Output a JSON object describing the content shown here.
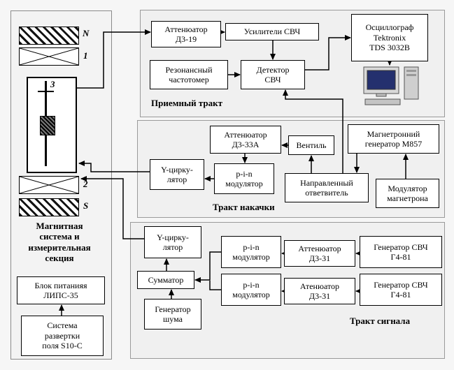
{
  "magnet_panel": {
    "label_n": "N",
    "label_1": "1",
    "label_3": "3",
    "label_2": "2",
    "label_s": "S",
    "caption": "Магнитная\nсистема и\nизмерительная\nсекция",
    "power_supply": "Блок питанияя\nЛИПС-35",
    "sweep_system": "Система\nразвертки\nполя S10-C"
  },
  "receiver": {
    "section_label": "Приемный тракт",
    "attenuator": "Аттенюатор\nД3-19",
    "amplifiers": "Усилители СВЧ",
    "oscilloscope": "Осциллограф\nTektronix\nTDS 3032B",
    "frequency_meter": "Резонансный\nчастотомер",
    "detector": "Детектор\nСВЧ"
  },
  "pump": {
    "section_label": "Тракт накачки",
    "attenuator": "Аттенюатор\nД3-33А",
    "valve": "Вентиль",
    "magnetron_generator": "Магнетронний\nгенератор М857",
    "circulator": "Y-цирку-\nлятор",
    "pin_modulator": "p-i-n\nмодулятор",
    "directional_coupler": "Направленный\nответвитель",
    "magnetron_modulator": "Модулятор\nмагнетрона"
  },
  "signal": {
    "section_label": "Тракт сигнала",
    "circulator": "Y-цирку-\nлятор",
    "pin_modulator_1": "p-i-n\nмодулятор",
    "attenuator_1": "Аттенюатор\nД3-31",
    "generator_1": "Генератор СВЧ\nГ4-81",
    "summator": "Сумматор",
    "pin_modulator_2": "p-i-n\nмодулятор",
    "attenuator_2": "Атенюатор\nД3-31",
    "generator_2": "Генератор СВЧ\nГ4-81",
    "noise_generator": "Генератор\nшума"
  },
  "colors": {
    "background": "#f6f6f6",
    "section_fill": "#f0f0f0",
    "box_fill": "#ffffff",
    "box_border": "#000000",
    "line": "#000000",
    "screen_blue": "#24306e"
  }
}
